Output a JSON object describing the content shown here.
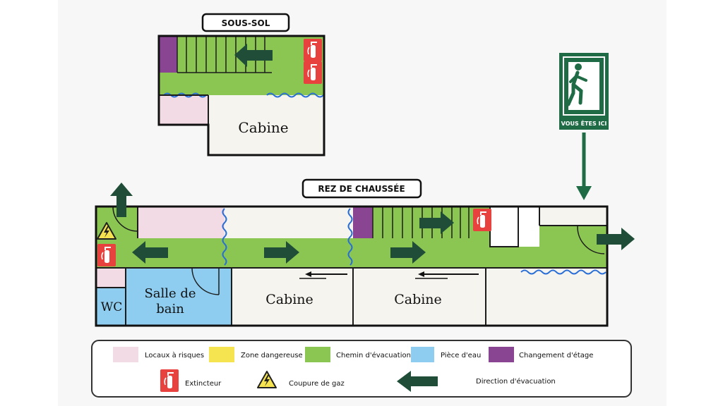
{
  "floors": {
    "basement_title": "SOUS-SOL",
    "ground_title": "REZ DE CHAUSSÉE"
  },
  "rooms": {
    "basement_cabin": "Cabine",
    "bathroom_line1": "Salle de",
    "bathroom_line2": "bain",
    "wc": "WC",
    "cabin_1": "Cabine",
    "cabin_2": "Cabine"
  },
  "exit_sign": {
    "label": "VOUS ÊTES ICI"
  },
  "legend": {
    "risk_areas": "Locaux à risques",
    "danger_zone": "Zone dangereuse",
    "evacuation_path": "Chemin d'évacuation",
    "water_room": "Pièce d'eau",
    "floor_change": "Changement d'étage",
    "extinguisher": "Extincteur",
    "gas_cutoff": "Coupure de gaz",
    "evacuation_direction": "Direction d'évacuation"
  },
  "colors": {
    "risk": "#f3dbe6",
    "danger": "#f6e350",
    "evacuation": "#8ac651",
    "water": "#8ecdf0",
    "floor_change": "#8a4592",
    "extinguisher": "#e8423f",
    "arrow": "#1f4d38",
    "exit_sign": "#1e6b45"
  }
}
